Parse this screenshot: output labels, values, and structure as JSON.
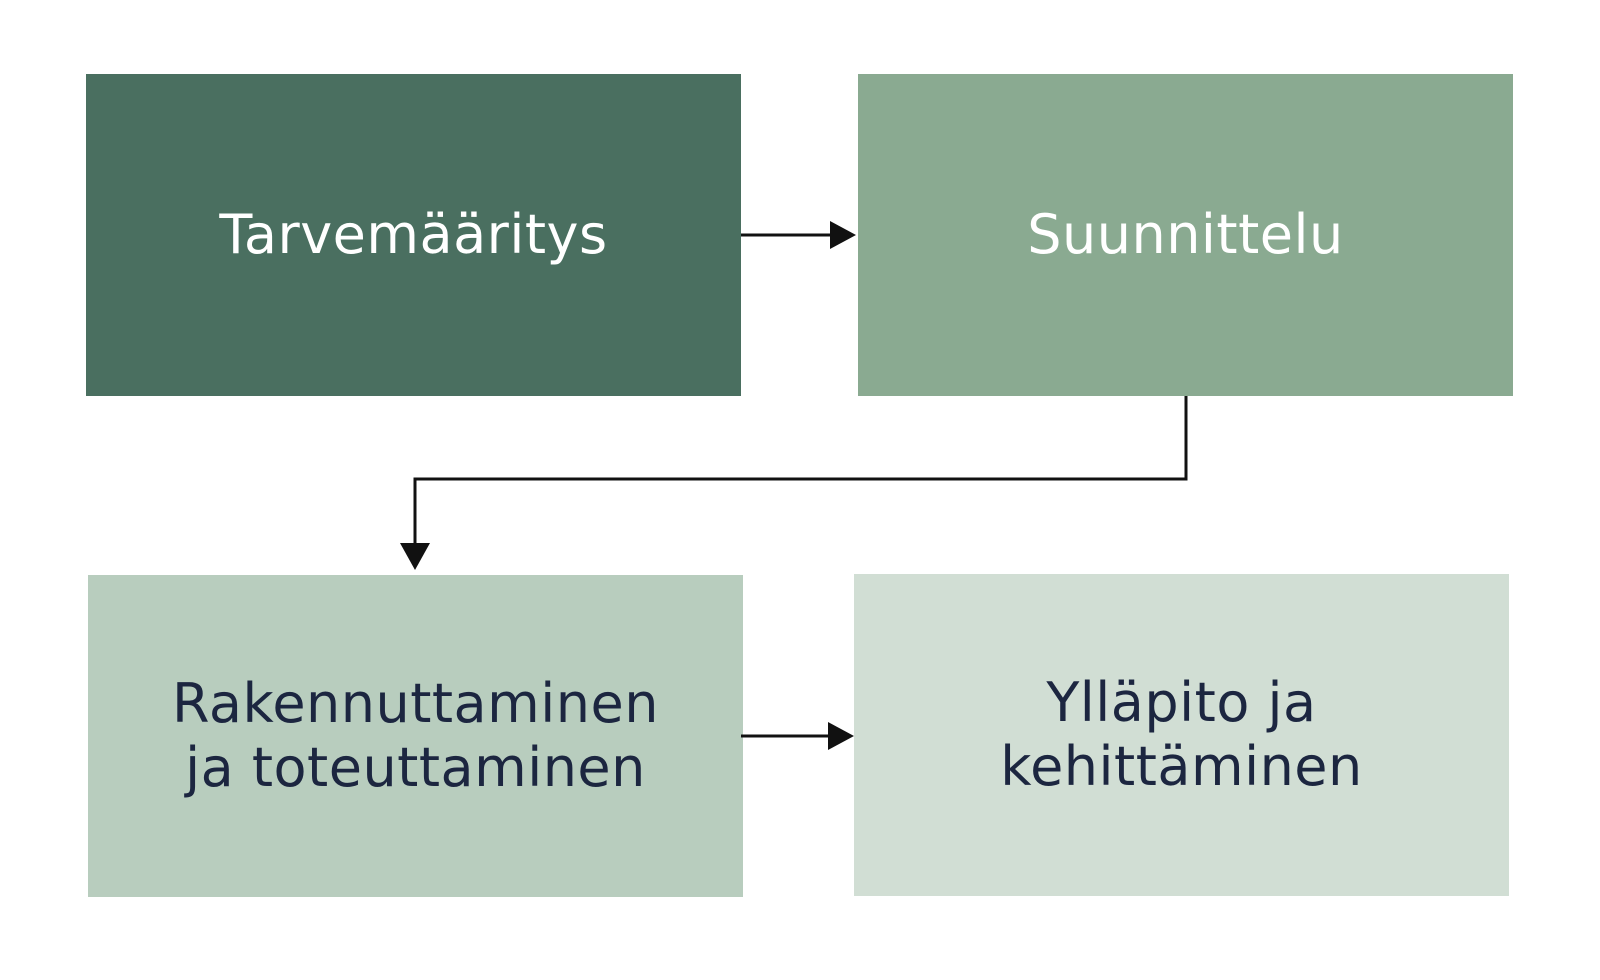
{
  "colors": {
    "background": "#ffffff",
    "arrow": "#111111"
  },
  "steps": [
    {
      "label": "Tarvemääritys",
      "fill": "#4a6f60",
      "text_color": "#ffffff"
    },
    {
      "label": "Suunnittelu",
      "fill": "#8aaa91",
      "text_color": "#ffffff"
    },
    {
      "label": "Rakennuttaminen\n ja toteuttaminen",
      "fill": "#b8cdbe",
      "text_color": "#1c2640"
    },
    {
      "label": "Ylläpito ja\nkehittäminen",
      "fill": "#d1ded4",
      "text_color": "#1c2640"
    }
  ],
  "connections": [
    {
      "from": 0,
      "to": 1
    },
    {
      "from": 1,
      "to": 2
    },
    {
      "from": 2,
      "to": 3
    }
  ]
}
